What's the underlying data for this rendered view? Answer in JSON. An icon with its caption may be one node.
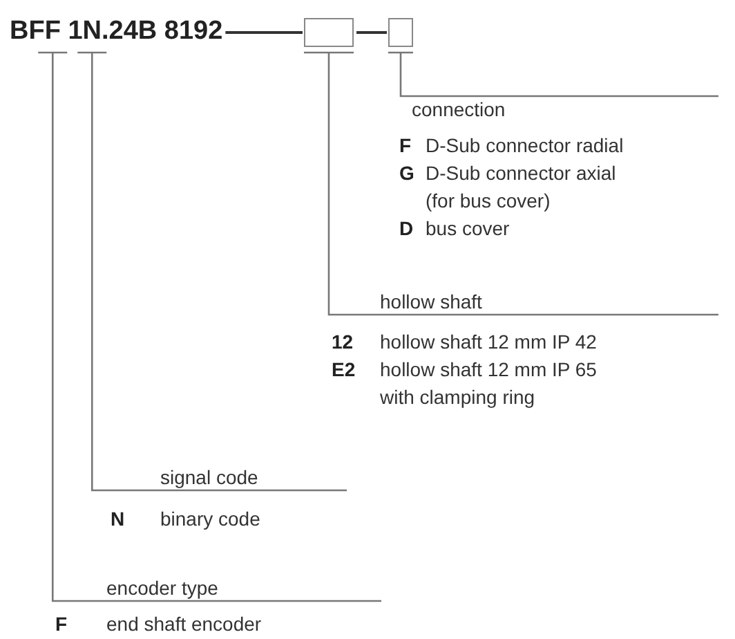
{
  "diagram": {
    "nodes": [
      {
        "text": [
          "BFF 1N.24B 8192"
        ]
      },
      {
        "text": [],
        "shape": "box"
      },
      {
        "text": [],
        "shape": "box"
      },
      {
        "text": [
          "connection"
        ]
      },
      {
        "text": [
          "hollow shaft"
        ]
      },
      {
        "text": [
          "signal code"
        ]
      },
      {
        "text": [
          "encoder type"
        ]
      }
    ],
    "edges": [
      {
        "from": 0,
        "to": 1,
        "arrow": "none"
      },
      {
        "from": 1,
        "to": 2,
        "arrow": "none"
      },
      {
        "from": 3,
        "to": 2,
        "arrow": "none"
      },
      {
        "from": 4,
        "to": 1,
        "arrow": "none"
      },
      {
        "from": 5,
        "to": 0,
        "arrow": "none"
      },
      {
        "from": 6,
        "to": 0,
        "arrow": "none"
      }
    ],
    "labels": [
      "F",
      "D-Sub connector radial",
      "G",
      "D-Sub connector axial (for bus cover)",
      "D",
      "bus cover",
      "12",
      "hollow shaft 12 mm IP 42",
      "E2",
      "hollow shaft 12 mm IP 65 with clamping ring",
      "N",
      "binary code",
      "F",
      "end shaft encoder"
    ]
  }
}
